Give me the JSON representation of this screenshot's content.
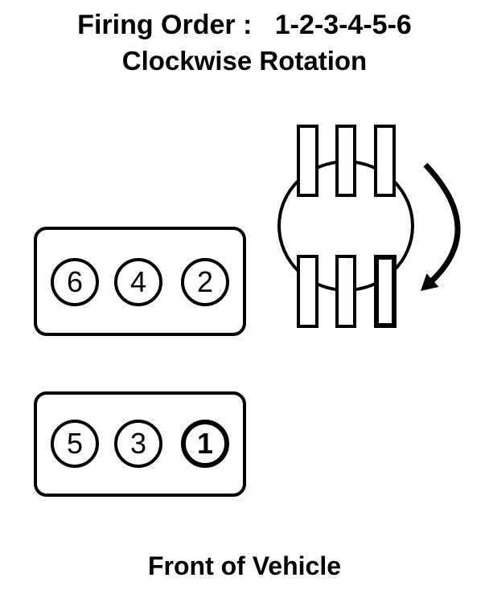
{
  "title": {
    "line1": "Firing Order :   1-2-3-4-5-6",
    "line2": "Clockwise Rotation"
  },
  "distributor": {
    "rotation": "clockwise",
    "terminals_top": 3,
    "terminals_bottom": 3
  },
  "banks": {
    "rear": {
      "cylinders": [
        "6",
        "4",
        "2"
      ]
    },
    "front": {
      "cylinders": [
        "5",
        "3",
        "1"
      ]
    }
  },
  "highlight_cylinder": "1",
  "footer": {
    "label": "Front of Vehicle"
  },
  "colors": {
    "ink": "#000000",
    "background": "#ffffff"
  }
}
